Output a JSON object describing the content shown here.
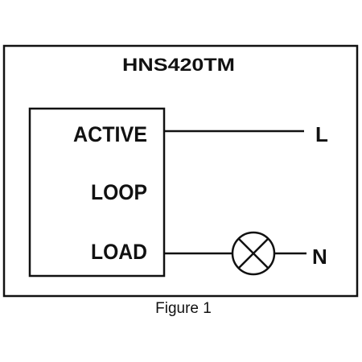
{
  "diagram": {
    "title": "HNS420TM",
    "terminals": {
      "active": "ACTIVE",
      "loop": "LOOP",
      "load": "LOAD"
    },
    "line_label": "L",
    "neutral_label": "N",
    "caption": "Figure 1"
  },
  "colors": {
    "ink": "#111111",
    "background": "#ffffff"
  }
}
